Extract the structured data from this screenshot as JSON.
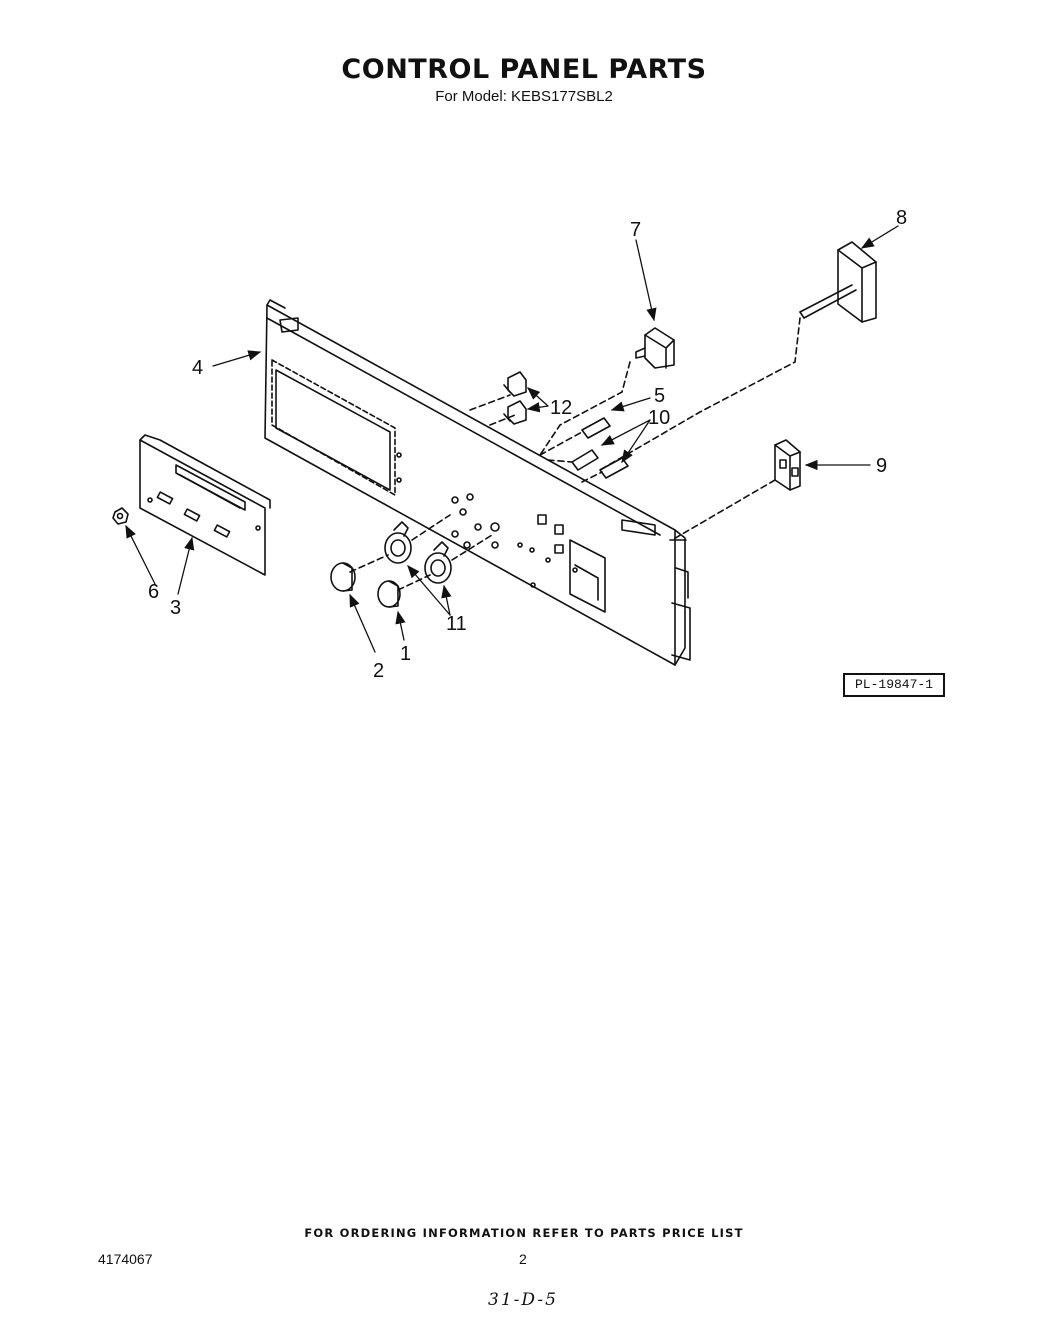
{
  "header": {
    "title": "CONTROL PANEL PARTS",
    "subtitle": "For Model: KEBS177SBL2"
  },
  "diagram": {
    "callouts": [
      "1",
      "2",
      "3",
      "4",
      "5",
      "6",
      "7",
      "8",
      "9",
      "10",
      "11",
      "12"
    ],
    "figure_ref": "PL-19847-1"
  },
  "footer": {
    "ordering_note": "FOR ORDERING INFORMATION REFER TO PARTS PRICE LIST",
    "doc_number": "4174067",
    "page_number": "2",
    "handwritten": "31-D-5"
  },
  "colors": {
    "ink": "#111111",
    "paper": "#ffffff"
  }
}
